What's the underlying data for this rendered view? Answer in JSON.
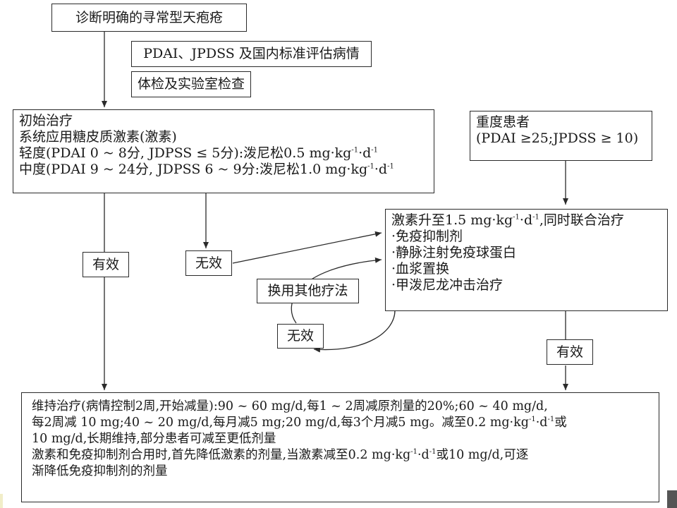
{
  "diagnosis": "诊断明确的寻常型天疱疮",
  "assessment": "PDAI、JPDSS 及国内标准评估病情",
  "exams": "体检及实验室检查",
  "initial": {
    "title": "初始治疗",
    "line1": "系统应用糖皮质激素(激素)",
    "mild_text": "轻度(PDAI 0 ~ 8分, JDPSS ≤ 5分):泼尼松0.5 mg·kg",
    "moderate_text": "中度(PDAI 9 ~ 24分, JDPSS 6 ~ 9分:泼尼松1.0 mg·kg"
  },
  "severe": {
    "title": "重度患者",
    "criteria": "(PDAI ≥25;JPDSS ≥ 10)"
  },
  "escalation": {
    "line1_a": "激素升至1.5 mg·kg",
    "line1_b": ",同时联合治疗",
    "items": [
      "·免疫抑制剂",
      "·静脉注射免疫球蛋白",
      "·血浆置换",
      "·甲泼尼龙冲击治疗"
    ]
  },
  "labels": {
    "effective": "有效",
    "ineffective": "无效",
    "switch": "换用其他疗法"
  },
  "units": {
    "kg_sup": "-1",
    "d_sup": "-1",
    "dot": "·d",
    "sep": "·"
  },
  "maintenance": {
    "line1": "维持治疗(病情控制2周,开始减量):90 ~ 60 mg/d,每1 ~ 2周减原剂量的20%;60 ~ 40 mg/d,",
    "line2_a": "每2周减 10 mg;40 ~ 20 mg/d,每月减5 mg;20 mg/d,每3个月减5 mg。减至0.2 mg·kg",
    "line2_b": "或",
    "line3": "10 mg/d,长期维持,部分患者可减至更低剂量",
    "line4_a": "激素和免疫抑制剂合用时,首先降低激素的剂量,当激素减至0.2 mg·kg",
    "line4_b": "或10 mg/d,可逐",
    "line5": "渐降低免疫抑制剂的剂量"
  },
  "colors": {
    "stroke": "#2a2a2a",
    "text": "#1a1a1a"
  }
}
